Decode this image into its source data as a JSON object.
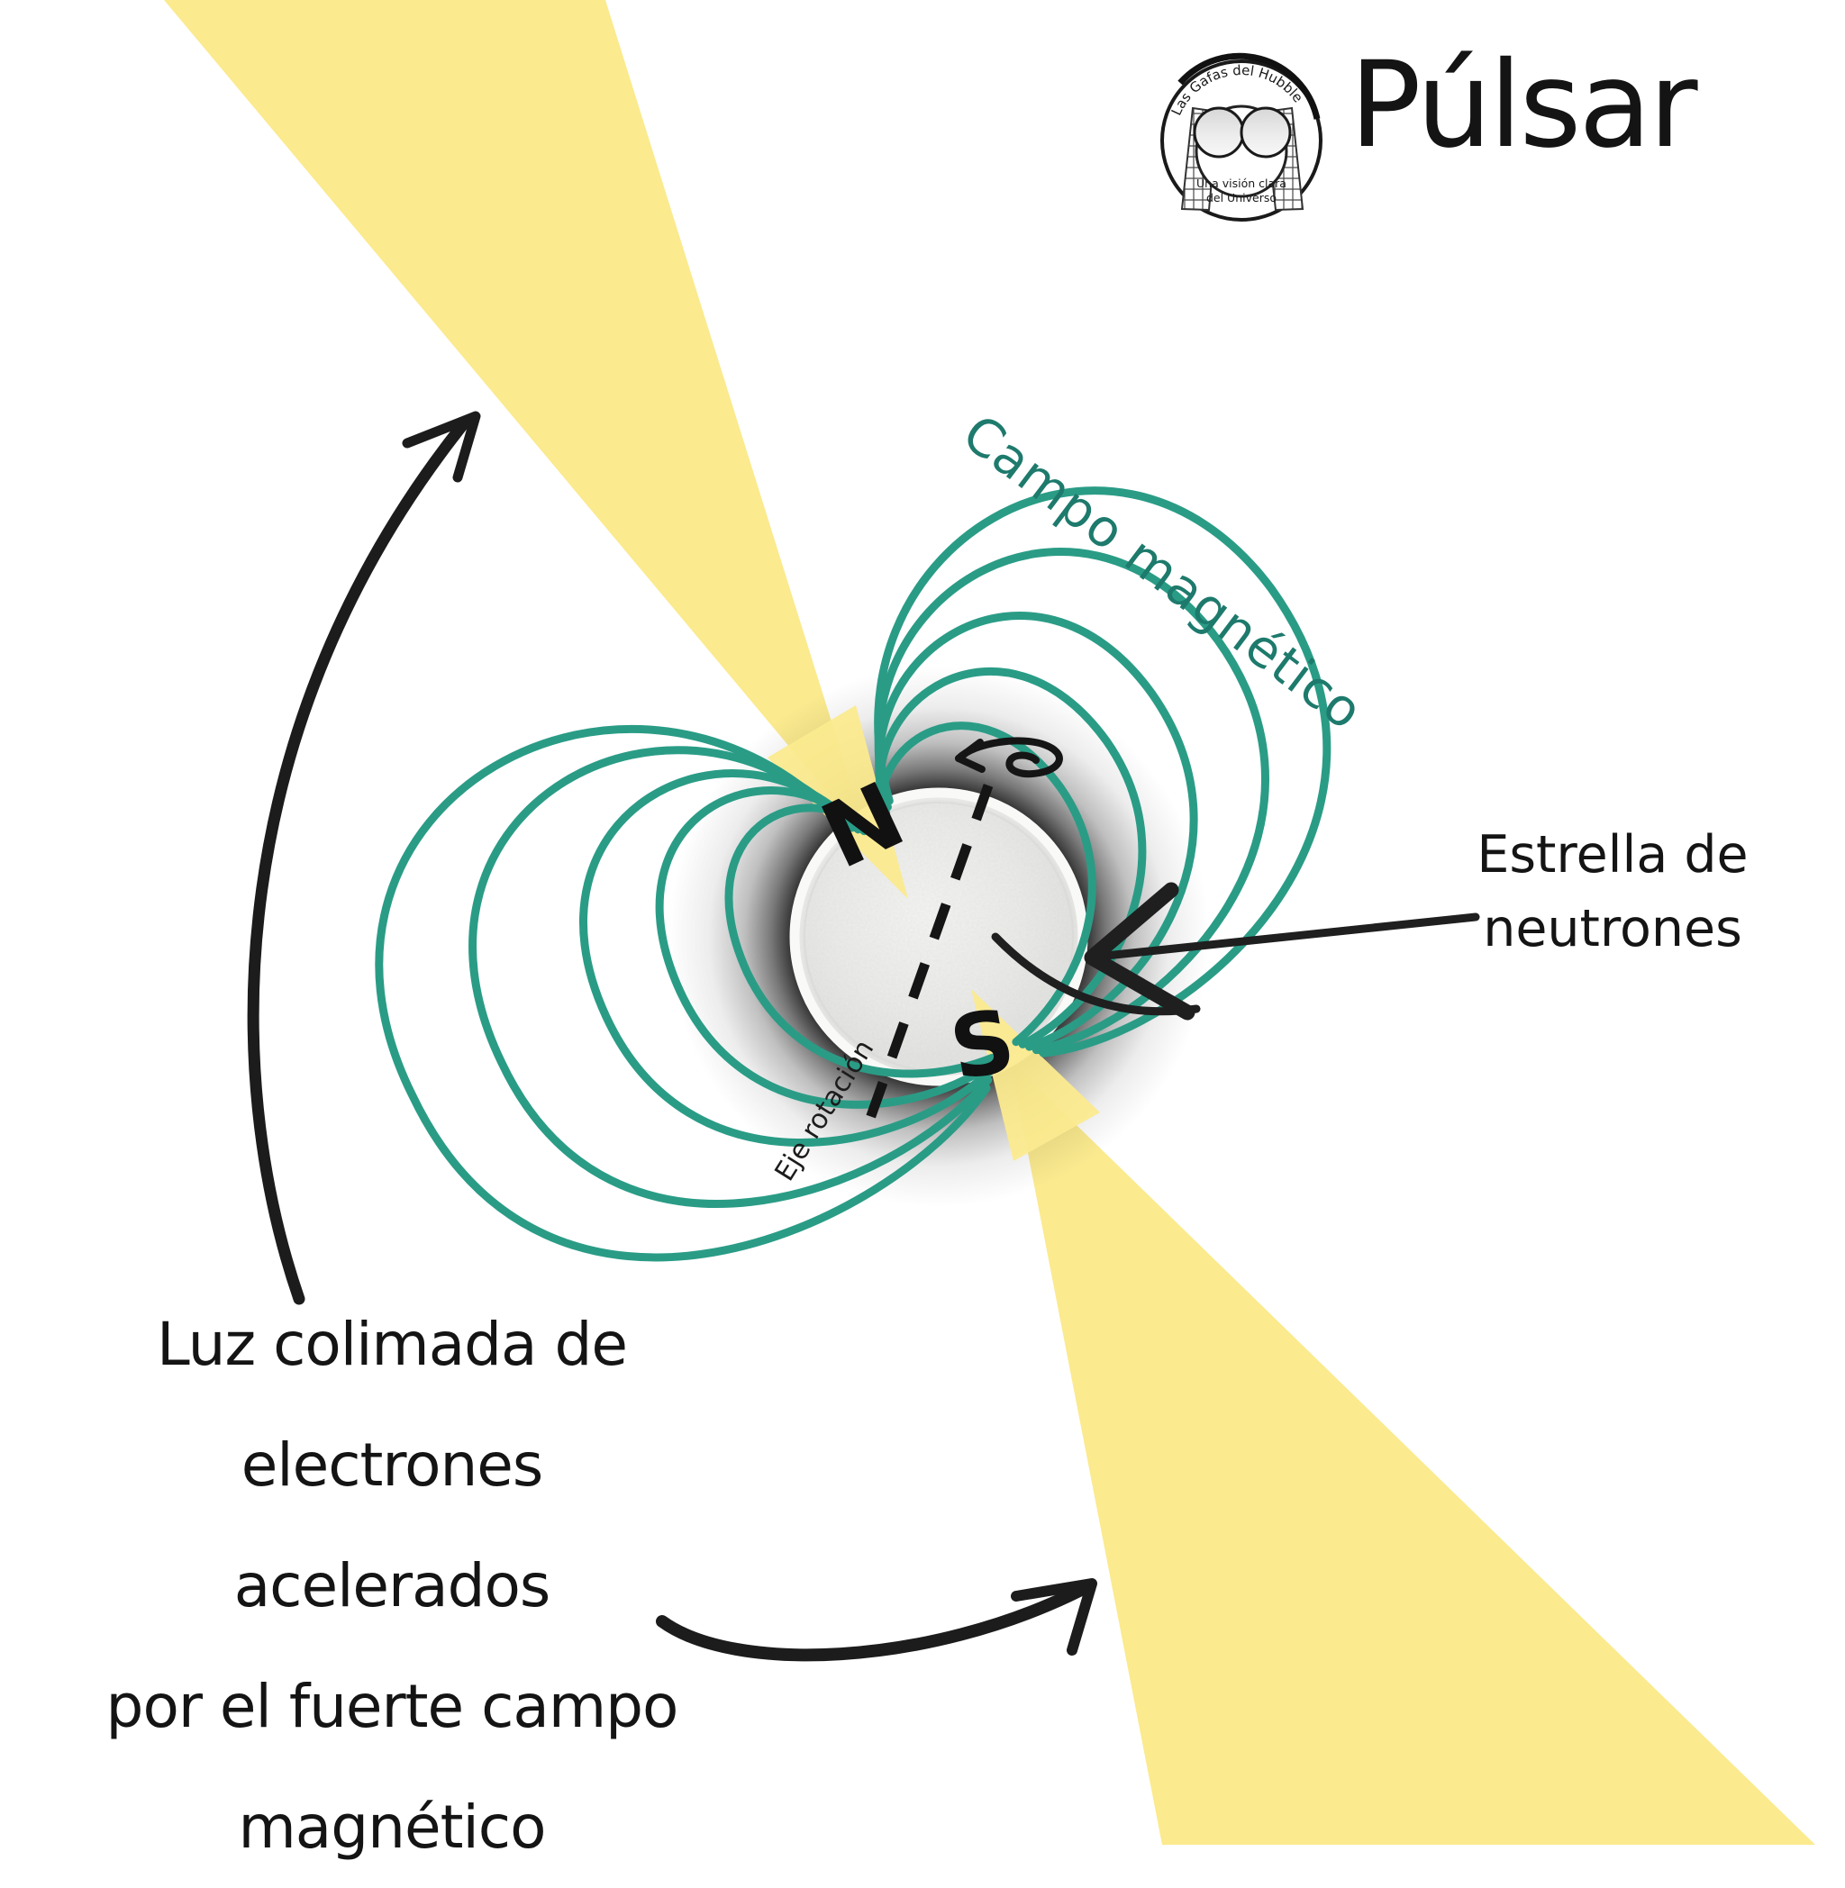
{
  "title": "Púlsar",
  "logo": {
    "top_text": "Las Gafas del Hubble",
    "bottom_line1": "Una visión clara",
    "bottom_line2": "del Universo"
  },
  "diagram": {
    "field_label": "Campo magnético",
    "star_label": "Estrella de neutrones",
    "axis_label": "Eje rotación",
    "pole_north": "N",
    "pole_south": "S",
    "caption_lines": [
      "Luz colimada de",
      "electrones acelerados",
      "por el fuerte campo",
      "magnético"
    ]
  },
  "icons": {
    "rotation_curl_icon": "↺",
    "rotation_arc_left_icon": "curved-arrow-up-right",
    "rotation_arc_bottom_icon": "curved-arrow-right",
    "neutron_star_pointer_icon": "←"
  },
  "colors": {
    "beam_yellow": "#FBEA8E",
    "field_teal": "#2A9C86",
    "field_label_teal": "#1D7A6C",
    "ink": "#161616",
    "star_fill": "#ECECEA"
  }
}
